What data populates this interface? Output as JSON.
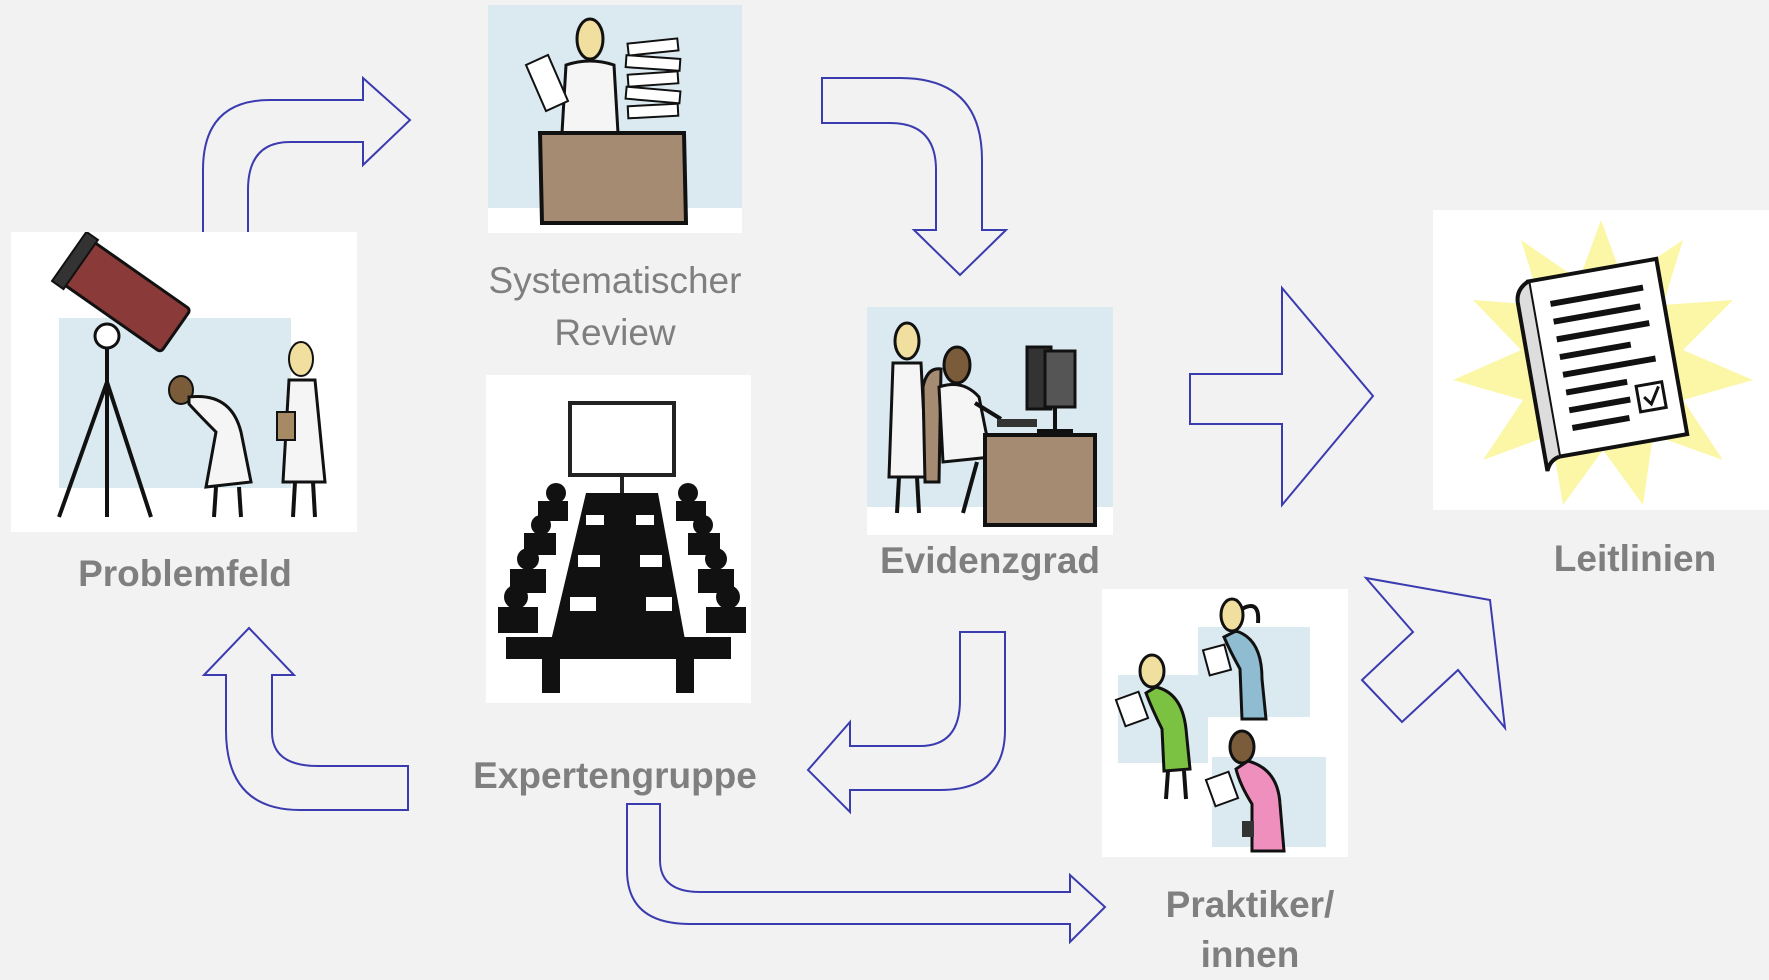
{
  "nodes": {
    "problemfeld": {
      "label": "Problemfeld",
      "icon": "telescope-researchers-icon"
    },
    "review": {
      "label_line1": "Systematischer",
      "label_line2": "Review",
      "icon": "desk-papers-icon"
    },
    "experten": {
      "label": "Expertengruppe",
      "icon": "conference-table-icon"
    },
    "evidenz": {
      "label": "Evidenzgrad",
      "icon": "computer-analysis-icon"
    },
    "praktiker": {
      "label_line1": "Praktiker/",
      "label_line2": "innen",
      "icon": "reading-people-icon"
    },
    "leitlinien": {
      "label": "Leitlinien",
      "icon": "book-starburst-icon"
    }
  },
  "colors": {
    "background": "#f2f2f2",
    "arrow_stroke": "#3b3bb0",
    "label_text": "#7f7f7f",
    "icon_bg": "#dbeaf1"
  }
}
